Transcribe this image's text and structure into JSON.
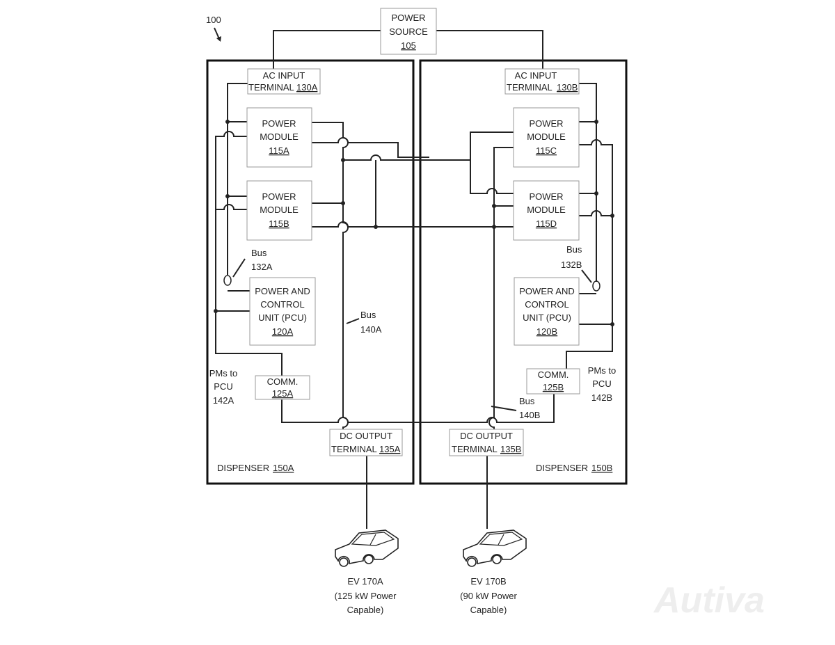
{
  "figure_number": "100",
  "power_source": {
    "line1": "POWER",
    "line2": "SOURCE",
    "ref": "105"
  },
  "ac_input_a": {
    "line1": "AC INPUT",
    "line2": "TERMINAL",
    "ref": "130A"
  },
  "ac_input_b": {
    "line1": "AC INPUT",
    "line2": "TERMINAL",
    "ref": "130B"
  },
  "pm_115a": {
    "line1": "POWER",
    "line2": "MODULE",
    "ref": "115A"
  },
  "pm_115b": {
    "line1": "POWER",
    "line2": "MODULE",
    "ref": "115B"
  },
  "pm_115c": {
    "line1": "POWER",
    "line2": "MODULE",
    "ref": "115C"
  },
  "pm_115d": {
    "line1": "POWER",
    "line2": "MODULE",
    "ref": "115D"
  },
  "pcu_a": {
    "line1": "POWER AND",
    "line2": "CONTROL",
    "line3": "UNIT (PCU)",
    "ref": "120A"
  },
  "pcu_b": {
    "line1": "POWER AND",
    "line2": "CONTROL",
    "line3": "UNIT (PCU)",
    "ref": "120B"
  },
  "comm_a": {
    "label": "COMM.",
    "ref": "125A"
  },
  "comm_b": {
    "label": "COMM.",
    "ref": "125B"
  },
  "dc_output_a": {
    "line1": "DC OUTPUT",
    "line2": "TERMINAL",
    "ref": "135A"
  },
  "dc_output_b": {
    "line1": "DC OUTPUT",
    "line2": "TERMINAL",
    "ref": "135B"
  },
  "bus_132a": {
    "line1": "Bus",
    "line2": "132A"
  },
  "bus_132b": {
    "line1": "Bus",
    "line2": "132B"
  },
  "bus_140a": {
    "line1": "Bus",
    "line2": "140A"
  },
  "bus_140b": {
    "line1": "Bus",
    "line2": "140B"
  },
  "pms_to_pcu_a": {
    "line1": "PMs to",
    "line2": "PCU",
    "line3": "142A"
  },
  "pms_to_pcu_b": {
    "line1": "PMs to",
    "line2": "PCU",
    "line3": "142B"
  },
  "dispenser_a": {
    "label": "DISPENSER",
    "ref": "150A"
  },
  "dispenser_b": {
    "label": "DISPENSER",
    "ref": "150B"
  },
  "ev_a": {
    "line1": "EV 170A",
    "line2": "(125 kW Power",
    "line3": "Capable)"
  },
  "ev_b": {
    "line1": "EV 170B",
    "line2": "(90 kW Power",
    "line3": "Capable)"
  },
  "watermark": "Autiva"
}
